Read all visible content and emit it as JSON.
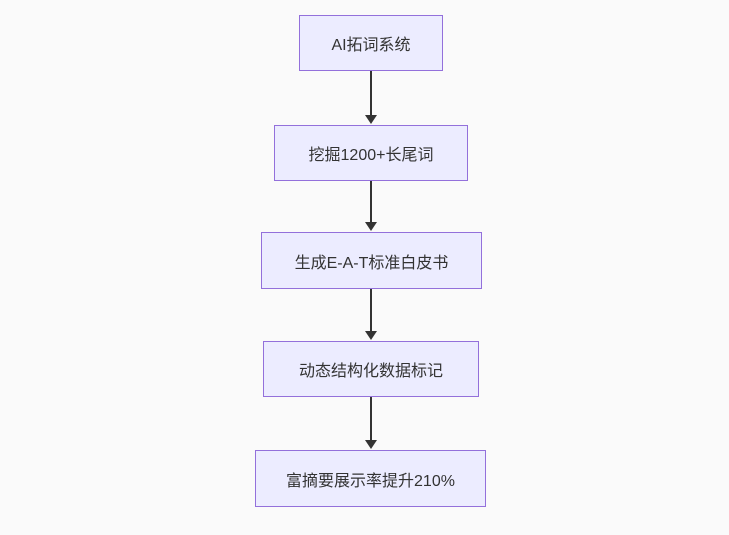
{
  "diagram": {
    "type": "flowchart",
    "direction": "top-down",
    "nodes": [
      {
        "id": "n1",
        "label": "AI拓词系统"
      },
      {
        "id": "n2",
        "label": "挖掘1200+长尾词"
      },
      {
        "id": "n3",
        "label": "生成E-A-T标准白皮书"
      },
      {
        "id": "n4",
        "label": "动态结构化数据标记"
      },
      {
        "id": "n5",
        "label": "富摘要展示率提升210%"
      }
    ],
    "edges": [
      {
        "from": "n1",
        "to": "n2"
      },
      {
        "from": "n2",
        "to": "n3"
      },
      {
        "from": "n3",
        "to": "n4"
      },
      {
        "from": "n4",
        "to": "n5"
      }
    ],
    "colors": {
      "node_fill": "#ECECFF",
      "node_border": "#9370DB",
      "arrow": "#333333",
      "text": "#333333",
      "background": "#fafafa"
    }
  }
}
